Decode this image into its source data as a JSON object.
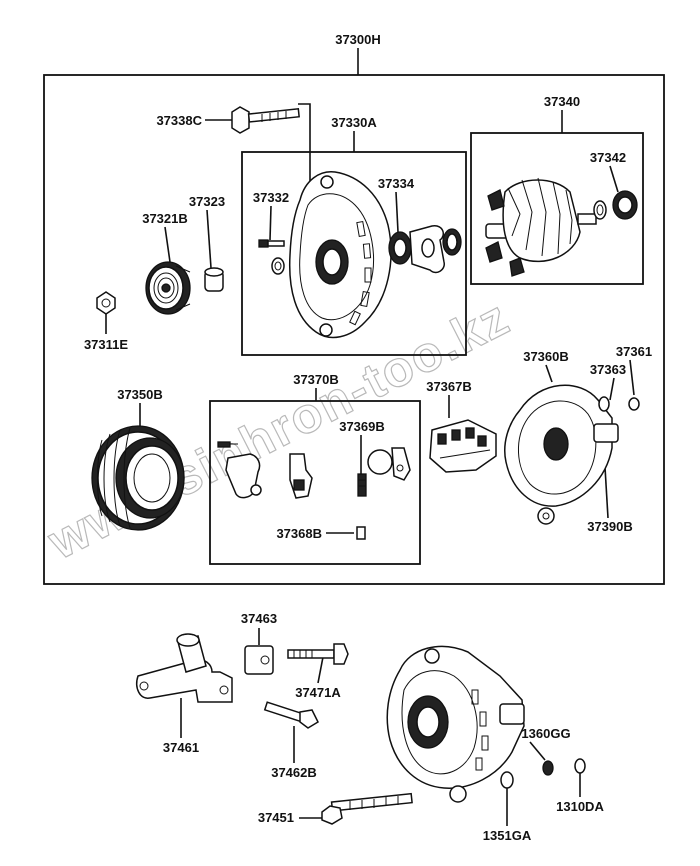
{
  "diagram": {
    "watermark": "www.sinhron-too.kz",
    "labels": {
      "l37300H": "37300H",
      "l37338C": "37338C",
      "l37330A": "37330A",
      "l37340": "37340",
      "l37342": "37342",
      "l37323": "37323",
      "l37332": "37332",
      "l37334": "37334",
      "l37321B": "37321B",
      "l37311E": "37311E",
      "l37360B": "37360B",
      "l37361": "37361",
      "l37363": "37363",
      "l37350B": "37350B",
      "l37370B": "37370B",
      "l37367B": "37367B",
      "l37369B": "37369B",
      "l37368B": "37368B",
      "l37390B": "37390B",
      "l37463": "37463",
      "l37471A": "37471A",
      "l37461": "37461",
      "l37462B": "37462B",
      "l1360GG": "1360GG",
      "l37451": "37451",
      "l1351GA": "1351GA",
      "l1310DA": "1310DA"
    }
  }
}
